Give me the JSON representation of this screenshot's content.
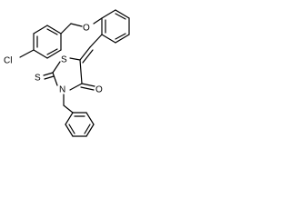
{
  "molecule": {
    "atoms": {
      "cl": "Cl",
      "o_ether": "O",
      "s_ring": "S",
      "s_thione": "S",
      "n_ring": "N",
      "o_carbonyl": "O"
    }
  }
}
